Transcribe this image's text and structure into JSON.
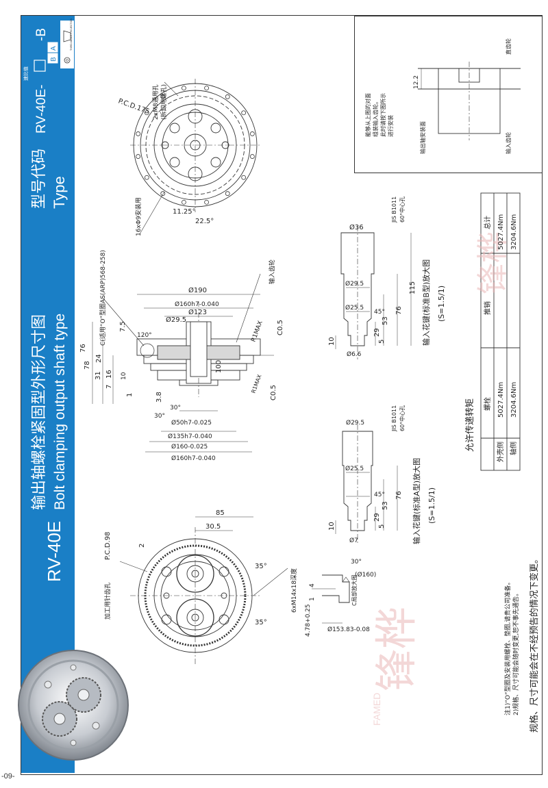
{
  "band": {
    "model": "RV-40E",
    "title_cn": "输出轴螺栓紧固型外形尺寸图",
    "title_en": "Bolt clamping output shaft type",
    "type_cn": "型号代码",
    "type_en": "Type",
    "type_code": "RV-40E-",
    "type_small": "速比值",
    "type_suffix": "-B",
    "type_box_a": "A",
    "type_box_b": "B",
    "projection_label": "THIRD ANGLE PROJECTION"
  },
  "top_view": {
    "m8": "2xM8通用孔",
    "m8_note": "(拆卸用螺孔)",
    "pcd": "P.C.D.175",
    "ang1": "11.25°",
    "ang2": "22.5°",
    "holes": "16xΦ9安装用"
  },
  "section_view": {
    "c_note": "C(适用“O”型圈AS(ARP)568-258)",
    "input_gear": "输入齿轮",
    "d190": "Ø190",
    "d160a": "Ø160h7-0.040",
    "d123": "Ø123",
    "d29_5": "Ø29.5",
    "d7_5": "7.5",
    "ang120": "120°",
    "r1max": "R1MAX",
    "c05a": "C0.5",
    "c05b": "C0.5",
    "d100": "100",
    "h78": "78",
    "h76": "76",
    "h24": "24",
    "h31": "31",
    "h16": "16",
    "h7": "7",
    "h1": "1",
    "d3_8": "3.8",
    "d30": "30°",
    "d30b": "30°",
    "d50": "Ø50h7-0.025",
    "d135": "Ø135h7-0.040",
    "d160b": "Ø160-0.025",
    "d160c": "Ø160h7-0.040",
    "r1max2": "R1MAX",
    "d10": "10"
  },
  "spline_b": {
    "title": "输入花键(标准B型)放大图",
    "scale": "(S=1.5/1)",
    "d36": "Ø36",
    "jis": "JIS B1011",
    "center": "60°中心孔",
    "d29_5": "Ø29.5",
    "d25_5": "Ø25.5",
    "d6_6": "Ø6.6",
    "ang45": "45°",
    "l115": "115",
    "l76": "76",
    "l53": "53",
    "l29": "29",
    "l10": "10",
    "l5": "5"
  },
  "spline_a": {
    "title": "输入花键(标准A型)放大图",
    "scale": "(S=1.5/1)",
    "jis": "JIS B1011",
    "center": "60°中心孔",
    "d29_5": "Ø29.5",
    "d25_5": "Ø25.5",
    "d7": "Ø7",
    "ang45": "45°",
    "l76": "76",
    "l53": "53",
    "l29": "29",
    "l10": "10",
    "l5": "5"
  },
  "bottom_view": {
    "d85": "85",
    "d30_5": "30.5",
    "d2": "2",
    "pcd": "P.C.D.98",
    "pin": "加工用针齿孔",
    "ang35a": "35°",
    "ang35b": "35°",
    "bolts": "6xM14x18深度"
  },
  "c_detail": {
    "title": "C局部放大图",
    "d160": "(Ø160)",
    "ang30": "30°",
    "d153": "Ø153.83-0.08",
    "d4_78": "4.78+0.25",
    "d4": "4",
    "d1": "1"
  },
  "torque_table": {
    "title": "允许传递转矩",
    "headers": [
      "",
      "螺栓",
      "推销",
      "总计"
    ],
    "rows": [
      [
        "外壳侧",
        "5027.4Nm",
        "",
        "5027.4Nm"
      ],
      [
        "轴侧",
        "3204.6Nm",
        "",
        "3204.6Nm"
      ]
    ]
  },
  "notes": {
    "n1": "注1)“O”型圈及安装用螺栓、垫圈,请贵公司准备。",
    "n2": "2)规格、尺寸可能会随时变更,恕不事先通告。"
  },
  "footer": "规格、尺寸可能会在不经预告的情况下变更。",
  "inset": {
    "l1": "能够从上图的对面",
    "l2": "组装输入齿轮。",
    "l3": "此时请按下图所示",
    "l4": "进行安装",
    "gear_a": "直齿轮",
    "gear_b": "输入齿轮",
    "shaft": "输出轴安装面",
    "dim": "12.2"
  },
  "watermark": "锋桦",
  "watermark_en": "FAMED",
  "page_number": "-09-",
  "colors": {
    "band": "#1a7fc6",
    "line": "#333333",
    "watermark": "#e9b7b7"
  }
}
